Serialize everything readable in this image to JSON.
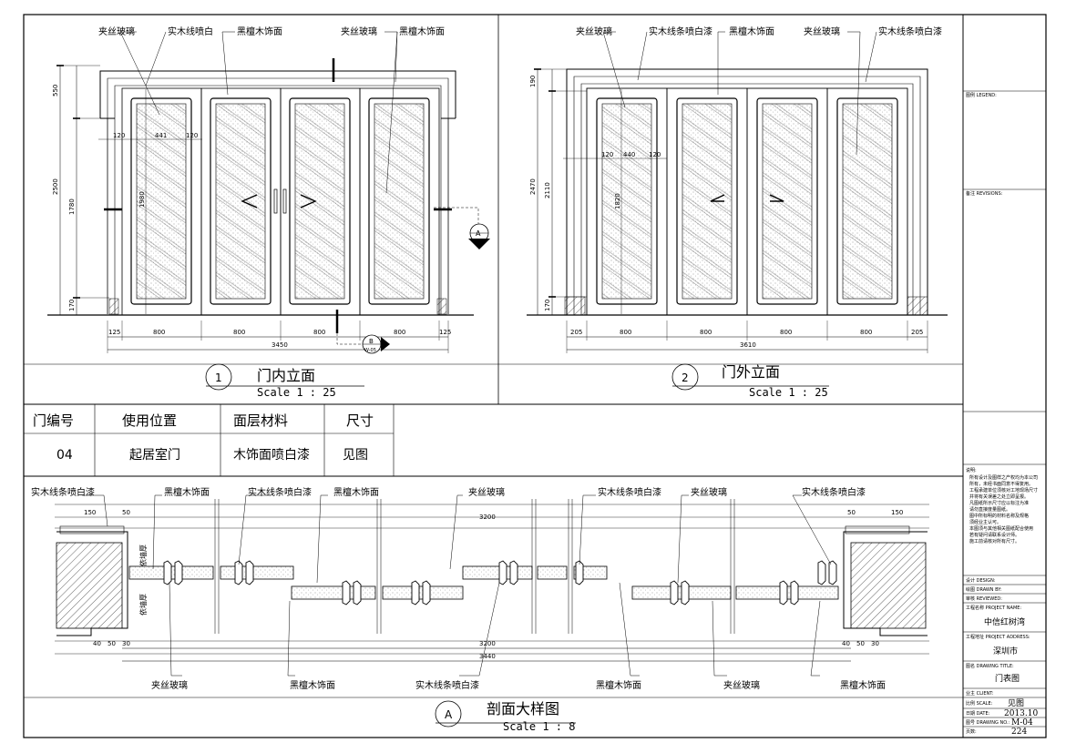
{
  "elevation_inner": {
    "number": "1",
    "title": "门内立面",
    "scale": "Scale 1 : 25",
    "labels": [
      "夹丝玻璃",
      "实木线喷白",
      "黑檀木饰面",
      "夹丝玻璃",
      "黑檀木饰面"
    ],
    "dims_vertical": [
      "550",
      "2500",
      "1780",
      "170",
      "1980"
    ],
    "dims_bottom": [
      "125",
      "800",
      "800",
      "800",
      "800",
      "125"
    ],
    "dim_total": "3450",
    "dims_top": [
      "120",
      "441",
      "120"
    ],
    "section_marker": "A",
    "cut_marker": "B",
    "cut_sheet": "W-05"
  },
  "elevation_outer": {
    "number": "2",
    "title": "门外立面",
    "scale": "Scale 1 : 25",
    "labels": [
      "夹丝玻璃",
      "实木线条喷白漆",
      "黑檀木饰面",
      "夹丝玻璃",
      "实木线条喷白漆"
    ],
    "dims_vertical": [
      "190",
      "2470",
      "2110",
      "170",
      "1820"
    ],
    "dims_bottom": [
      "205",
      "800",
      "800",
      "800",
      "800",
      "205"
    ],
    "dim_total": "3610",
    "dims_top": [
      "120",
      "440",
      "120"
    ]
  },
  "table": {
    "headers": [
      "门编号",
      "使用位置",
      "面层材料",
      "尺寸"
    ],
    "row": [
      "04",
      "起居室门",
      "木饰面喷白漆",
      "见图"
    ]
  },
  "section": {
    "marker": "A",
    "title": "剖面大样图",
    "scale": "Scale 1 : 8",
    "labels_top": [
      "实木线条喷白漆",
      "黑檀木饰面",
      "实木线条喷白漆",
      "黑檀木饰面",
      "夹丝玻璃",
      "实木线条喷白漆",
      "夹丝玻璃",
      "实木线条喷白漆"
    ],
    "labels_bottom": [
      "夹丝玻璃",
      "黑檀木饰面",
      "实木线条喷白漆",
      "黑檀木饰面",
      "夹丝玻璃",
      "黑檀木饰面"
    ],
    "wall_labels": [
      "依墙厚",
      "依墙厚"
    ],
    "dims": [
      "150",
      "50",
      "3200",
      "50",
      "150",
      "3200",
      "3440",
      "40",
      "50",
      "30",
      "40",
      "50",
      "30"
    ]
  },
  "title_block": {
    "fields": [
      {
        "label": "图例 LEGEND:",
        "value": ""
      },
      {
        "label": "备注 REVISIONS:",
        "value": ""
      },
      {
        "label": "设计 DESIGN:",
        "value": ""
      },
      {
        "label": "绘图 DRAWN BY:",
        "value": ""
      },
      {
        "label": "审核 REVIEWED:",
        "value": ""
      },
      {
        "label": "工程名称 PROJECT NAME:",
        "value": "中信红树湾"
      },
      {
        "label": "工程地址 PROJECT ADDRESS:",
        "value": "深圳市"
      },
      {
        "label": "图名 DRAWING TITLE:",
        "value": "门表图"
      },
      {
        "label": "业主 CLIENT:",
        "value": ""
      },
      {
        "label": "比例 SCALE:",
        "value": "见图"
      },
      {
        "label": "日期 DATE:",
        "value": "2013.10"
      },
      {
        "label": "图号 DRAWING NO.:",
        "value": "M-04"
      },
      {
        "label": "页数:",
        "value": "224"
      }
    ],
    "notes_title": "说明:",
    "notes": [
      "所有设计及图样之产权均为本公司",
      "所有，未经书面同意不得复用。",
      "工程承建单位须核对工地现场尺寸",
      "并将有关误差之处立即呈报。",
      "凡图纸所示尺寸应以标注为准",
      "请勿直接度量图纸。",
      "图中所标明的材料名称及规格",
      "须经业主认可。",
      "本图须与其他相关图纸配合使用",
      "若有疑问请联系设计师。",
      "施工前请核对所有尺寸。"
    ]
  }
}
